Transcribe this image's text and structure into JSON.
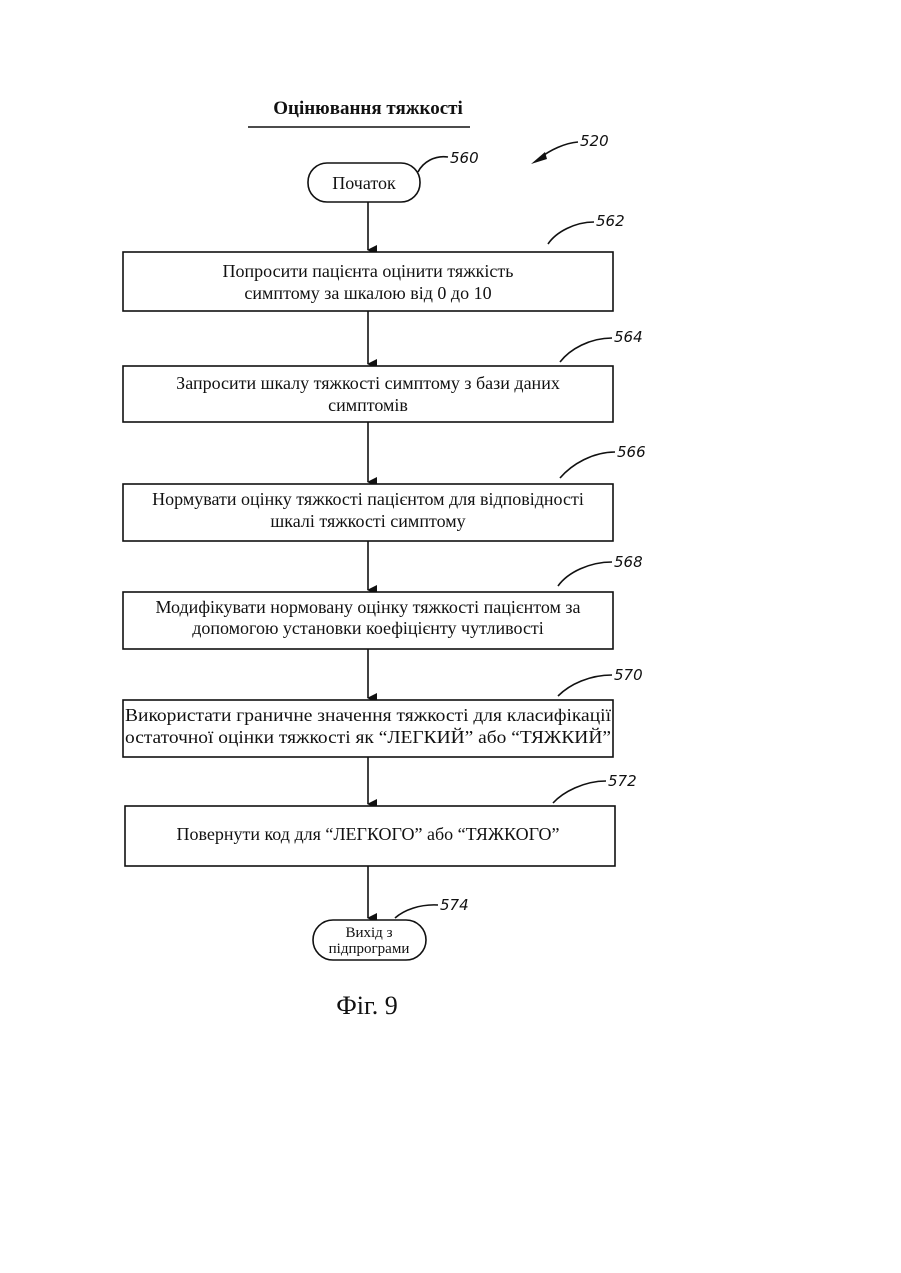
{
  "title": "Оцінювання тяжкості",
  "figure_ref": "520",
  "start": {
    "label": "Початок",
    "ref": "560"
  },
  "steps": [
    {
      "ref": "562",
      "lines": [
        "Попросити пацієнта оцінити тяжкість",
        "симптому за шкалою від 0 до 10"
      ]
    },
    {
      "ref": "564",
      "lines": [
        "Запросити шкалу тяжкості симптому з бази даних",
        "симптомів"
      ]
    },
    {
      "ref": "566",
      "lines": [
        "Нормувати оцінку тяжкості пацієнтом для відповідності",
        "шкалі тяжкості симптому"
      ]
    },
    {
      "ref": "568",
      "lines": [
        "Модифікувати нормовану оцінку тяжкості пацієнтом за",
        "допомогою установки коефіцієнту чутливості"
      ]
    },
    {
      "ref": "570",
      "lines": [
        "Використати граничне значення тяжкості для класифікації",
        "остаточної оцінки тяжкості як “ЛЕГКИЙ” або “ТЯЖКИЙ”"
      ]
    },
    {
      "ref": "572",
      "lines": [
        "Повернути код для “ЛЕГКОГО” або “ТЯЖКОГО”"
      ]
    }
  ],
  "end": {
    "lines": [
      "Вихід з",
      "підпрограми"
    ],
    "ref": "574"
  },
  "caption": "Фіг. 9"
}
